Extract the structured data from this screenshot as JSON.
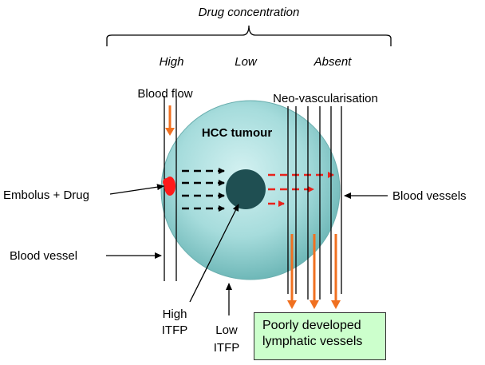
{
  "header": {
    "title": "Drug concentration"
  },
  "concentration_levels": [
    "High",
    "Low",
    "Absent"
  ],
  "labels": {
    "blood_flow": "Blood flow",
    "neo_vascularisation": "Neo-vascularisation",
    "tumour": "HCC tumour",
    "embolus_drug": "Embolus + Drug",
    "blood_vessels": "Blood vessels",
    "blood_vessel": "Blood vessel",
    "high_itfp_line1": "High",
    "high_itfp_line2": "ITFP",
    "low_itfp_line1": "Low",
    "low_itfp_line2": "ITFP"
  },
  "lymphatic_box": {
    "line1": "Poorly developed",
    "line2": "lymphatic vessels"
  },
  "colors": {
    "tumour_light": "#c4ecec",
    "tumour_mid": "#7fc7c7",
    "tumour_edge": "#5aa8a8",
    "core": "#1f4f52",
    "embolus": "#ff1a1a",
    "arrow_orange": "#f07020",
    "arrow_red": "#e8231c",
    "lymph_box_bg": "#ccffcc"
  }
}
